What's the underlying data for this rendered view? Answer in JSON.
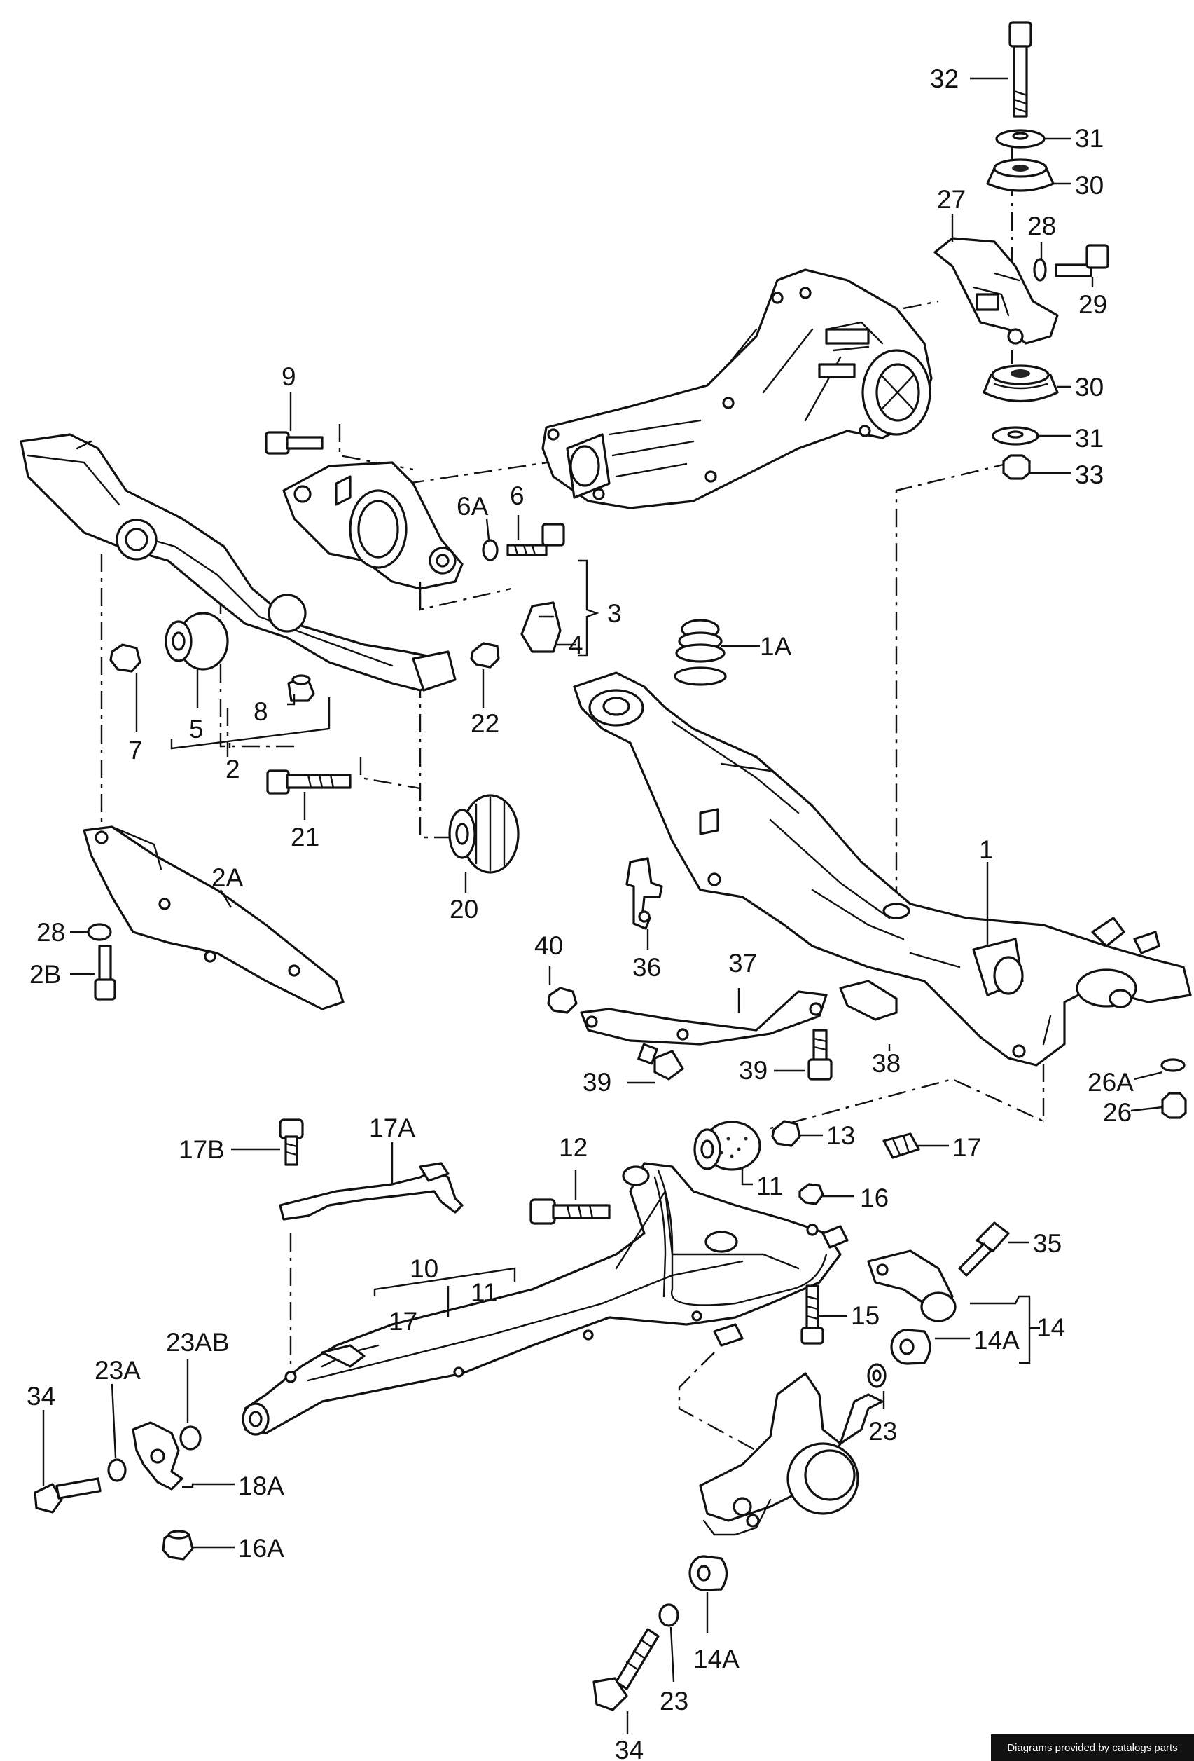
{
  "labels": {
    "l32": "32",
    "l31a": "31",
    "l30a": "30",
    "l27": "27",
    "l28a": "28",
    "l29": "29",
    "l30b": "30",
    "l31b": "31",
    "l33": "33",
    "l9": "9",
    "l6a": "6A",
    "l6": "6",
    "l3": "3",
    "l4": "4",
    "l1a": "1A",
    "l5": "5",
    "l8": "8",
    "l7": "7",
    "l2": "2",
    "l22": "22",
    "l21": "21",
    "l20": "20",
    "l2a": "2A",
    "l28b": "28",
    "l2b": "2B",
    "l1": "1",
    "l36": "36",
    "l40": "40",
    "l37": "37",
    "l39a": "39",
    "l39b": "39",
    "l38": "38",
    "l26a": "26A",
    "l26": "26",
    "l17b": "17B",
    "l17a": "17A",
    "l12": "12",
    "l13": "13",
    "l17": "17",
    "l11a": "11",
    "l16": "16",
    "l35": "35",
    "l10": "10",
    "l17c": "17",
    "l11b": "11",
    "l15": "15",
    "l14": "14",
    "l14a": "14A",
    "l23ab": "23AB",
    "l23a": "23A",
    "l34a": "34",
    "l18a": "18A",
    "l23b": "23",
    "l16a": "16A",
    "l14ab": "14A",
    "l23c": "23",
    "l34b": "34"
  },
  "credit": "Diagrams provided by catalogs parts"
}
